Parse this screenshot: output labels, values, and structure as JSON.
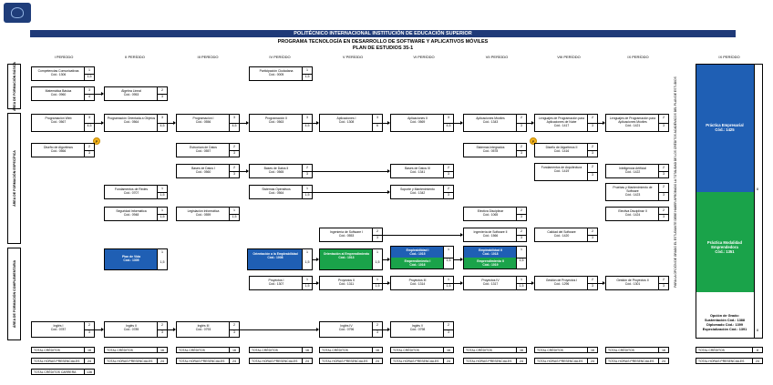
{
  "header": {
    "institution": "POLITÉCNICO INTERNACIONAL INSTITUCIÓN DE EDUCACIÓN SUPERIOR",
    "program": "PROGRAMA TECNOLOGÍA EN DESARROLLO DE SOFTWARE Y APLICATIVOS MÓVILES",
    "plan": "PLAN DE ESTUDIOS 35-1"
  },
  "periods": [
    "I PERÍODO",
    "II PERÍODO",
    "III PERÍODO",
    "IV PERÍODO",
    "V PERÍODO",
    "VI PERÍODO",
    "VII PERÍODO",
    "VIII PERÍODO",
    "IX PERÍODO",
    "IX PERÍODO"
  ],
  "areas": {
    "basica": "ÁREA DE FORMACIÓN BÁSICA",
    "especifica": "ÁREA DE FORMACIÓN ESPECÍFICA",
    "complementaria": "ÁREA DE FORMACIÓN COMPLEMENTARIA"
  },
  "courses": {
    "comp_com": {
      "name": "Competencias Comunicativas",
      "code": "Cód.: 1306",
      "cr": "1",
      "hr": "1,5"
    },
    "part_ciud": {
      "name": "Participación Ciudadana",
      "code": "Cód.: 0005",
      "cr": "1",
      "hr": "1,5"
    },
    "mat_bas": {
      "name": "Matemática Básica",
      "code": "Cód.: 0960",
      "cr": "3",
      "hr": "4"
    },
    "alg_lin": {
      "name": "Álgebra Lineal",
      "code": "Cód.: 0953",
      "cr": "2",
      "hr": "3"
    },
    "prog_web": {
      "name": "Programación Web",
      "code": "Cód.: 0567",
      "cr": "3",
      "hr": "4,5"
    },
    "prog_obj": {
      "name": "Programación Orientada a Objetos",
      "code": "Cód.: 0564",
      "cr": "3",
      "hr": "4,5"
    },
    "prog_1": {
      "name": "Programación I",
      "code": "Cód.: 0556",
      "cr": "3",
      "hr": "4,5"
    },
    "prog_2": {
      "name": "Programación II",
      "code": "Cód.: 0563",
      "cr": "3",
      "hr": "4,5"
    },
    "apli_1": {
      "name": "Aplicaciones I",
      "code": "Cód.: 1308",
      "cr": "3",
      "hr": "6"
    },
    "apli_2": {
      "name": "Aplicaciones II",
      "code": "Cód.: 0569",
      "cr": "3",
      "hr": "4,5"
    },
    "apli_mov": {
      "name": "Aplicaciones Móviles",
      "code": "Cód.: 1343",
      "cr": "2",
      "hr": "3"
    },
    "leng_1": {
      "name": "Lenguajes de Programación para Aplicaciones de Nube",
      "code": "Cód.: 1417",
      "cr": "2",
      "hr": "3"
    },
    "leng_2": {
      "name": "Lenguajes de Programación para Aplicaciones Móviles",
      "code": "Cód.: 1421",
      "cr": "2",
      "hr": "3"
    },
    "dis_alg": {
      "name": "Diseño de Algoritmos",
      "code": "Cód.: 0566",
      "cr": "2",
      "hr": "3"
    },
    "sis_int": {
      "name": "Sistemas Integrados",
      "code": "Cód.: 0578",
      "cr": "2",
      "hr": "3"
    },
    "dis_alg2": {
      "name": "Diseño de Algoritmos II",
      "code": "Cód.: 1416",
      "cr": "2",
      "hr": "3"
    },
    "est_dat": {
      "name": "Estructura de Datos",
      "code": "Cód.: 0557",
      "cr": "2",
      "hr": "3"
    },
    "fund_arq": {
      "name": "Fundamentos de Arquitectura",
      "code": "Cód.: 1419",
      "cr": "2",
      "hr": "3"
    },
    "bd_1": {
      "name": "Bases de Datos I",
      "code": "Cód.: 0560",
      "cr": "2",
      "hr": "3"
    },
    "bd_2": {
      "name": "Bases de Datos II",
      "code": "Cód.: 0565",
      "cr": "2",
      "hr": "3"
    },
    "bd_3": {
      "name": "Bases de Datos III",
      "code": "Cód.: 1341",
      "cr": "2",
      "hr": "3"
    },
    "int_art": {
      "name": "Inteligencia Artificial",
      "code": "Cód.: 1422",
      "cr": "2",
      "hr": "3"
    },
    "fund_red": {
      "name": "Fundamentos de Redes",
      "code": "Cód.: 0707",
      "cr": "1",
      "hr": "1,5"
    },
    "sis_op": {
      "name": "Sistemas Operativos",
      "code": "Cód.: 0564",
      "cr": "1",
      "hr": "1,5"
    },
    "sop_mant": {
      "name": "Soporte y Mantenimiento",
      "code": "Cód.: 1342",
      "cr": "2",
      "hr": "3"
    },
    "prue_mant": {
      "name": "Pruebas y Mantenimiento de Software",
      "code": "Cód.: 1423",
      "cr": "2",
      "hr": "3"
    },
    "seg_inf": {
      "name": "Seguridad Informática",
      "code": "Cód.: 0948",
      "cr": "1",
      "hr": "1,5"
    },
    "leg_inf": {
      "name": "Legislación Informática",
      "code": "Cód.: 0559",
      "cr": "1",
      "hr": "1,5"
    },
    "elec_disc": {
      "name": "Electiva Disciplinar",
      "code": "Cód.: 1065",
      "cr": "2",
      "hr": "3"
    },
    "elec_disc2": {
      "name": "Electiva Disciplinar II",
      "code": "Cód.: 1424",
      "cr": "2",
      "hr": "3"
    },
    "ing_sw1": {
      "name": "Ingeniería de Software I",
      "code": "Cód.: 0553",
      "cr": "2",
      "hr": "3"
    },
    "ing_sw2": {
      "name": "Ingeniería de Software II",
      "code": "Cód.: 1566",
      "cr": "2",
      "hr": "3"
    },
    "cal_sw": {
      "name": "Calidad del Software",
      "code": "Cód.: 1420",
      "cr": "2",
      "hr": "3"
    },
    "proy_vida": {
      "name": "Plan de Vida",
      "code": "Cód.: 1305",
      "cr": "1",
      "hr": "1,5"
    },
    "orient_emp": {
      "name": "Orientación a la Empleabilidad",
      "code": "Cód.: 1008",
      "cr": "1",
      "hr": "1,5"
    },
    "orient_empr": {
      "name": "Orientación al Emprendimiento",
      "code": "Cód.: 1013",
      "cr": "1",
      "hr": "1,5"
    },
    "empl_1": {
      "name": "Empleabilidad I",
      "code": "Cód.: 1015",
      "cr": "1",
      "hr": ""
    },
    "empr_1": {
      "name": "Emprendimiento I",
      "code": "Cód.: 1016",
      "cr": "",
      "hr": "1,5"
    },
    "empl_2": {
      "name": "Empleabilidad II",
      "code": "Cód.: 1018",
      "cr": "1",
      "hr": ""
    },
    "empr_2": {
      "name": "Emprendimiento II",
      "code": "Cód.: 1019",
      "cr": "",
      "hr": "1,5"
    },
    "proy_1": {
      "name": "Proyectos I",
      "code": "Cód.: 1307",
      "cr": "1",
      "hr": "1,5"
    },
    "proy_2": {
      "name": "Proyectos II",
      "code": "Cód.: 1311",
      "cr": "1",
      "hr": "1,5"
    },
    "proy_3": {
      "name": "Proyectos III",
      "code": "Cód.: 1314",
      "cr": "1",
      "hr": "1,5"
    },
    "proy_4": {
      "name": "Proyectos IV",
      "code": "Cód.: 1317",
      "cr": "1",
      "hr": "1,5"
    },
    "gest_1": {
      "name": "Gestión de Proyectos I",
      "code": "Cód.: 1296",
      "cr": "2",
      "hr": "3"
    },
    "gest_2": {
      "name": "Gestión de Proyectos II",
      "code": "Cód.: 1301",
      "cr": "2",
      "hr": "3"
    },
    "ing_1": {
      "name": "Inglés I",
      "code": "Cód.: 0787",
      "cr": "2",
      "hr": "3"
    },
    "ing_2": {
      "name": "Inglés II",
      "code": "Cód.: 0789",
      "cr": "2",
      "hr": "3"
    },
    "ing_3": {
      "name": "Inglés III",
      "code": "Cód.: 0793",
      "cr": "2",
      "hr": "3"
    },
    "ing_4": {
      "name": "Inglés IV",
      "code": "Cód.: 0796",
      "cr": "2",
      "hr": "3"
    },
    "ing_5": {
      "name": "Inglés V",
      "code": "Cód.: 0798",
      "cr": "2",
      "hr": "3"
    }
  },
  "requisite_marker": "P",
  "totals": {
    "creditos_label": "TOTAL CRÉDITOS",
    "horas_label": "TOTAL HORAS PRESENCIALES",
    "carrera_label": "TOTAL CRÉDITOS CARRERA",
    "creditos": [
      "16",
      "16",
      "16",
      "16",
      "16",
      "16",
      "16",
      "16",
      "16",
      "8"
    ],
    "horas": [
      "24",
      "24",
      "24",
      "24",
      "24",
      "24",
      "24",
      "24",
      "24",
      "24"
    ],
    "carrera": "136"
  },
  "option": {
    "practica": "Práctica Empresarial",
    "practica_code": "Cód.: 1425",
    "modalidad": "Práctica Modalidad Emprendedora",
    "modalidad_code": "Cód.: 1351",
    "grado_title": "Opción de Grado:",
    "grado_1": "Sustentación Cód.: 1388",
    "grado_2": "Diplomado Cód.: 1399",
    "grado_3": "Especialización Cód.: 1391",
    "cred_top": "8",
    "cred_mid": "8",
    "cred_bot": "8"
  },
  "vertical_note": "PARA LA OPCIÓN DE GRADO EL ESTUDIANTE DEBE HABER APROBADO LA TOTALIDAD DE LOS CRÉDITOS ACADÉMICOS DEL PLAN DE ESTUDIOS"
}
